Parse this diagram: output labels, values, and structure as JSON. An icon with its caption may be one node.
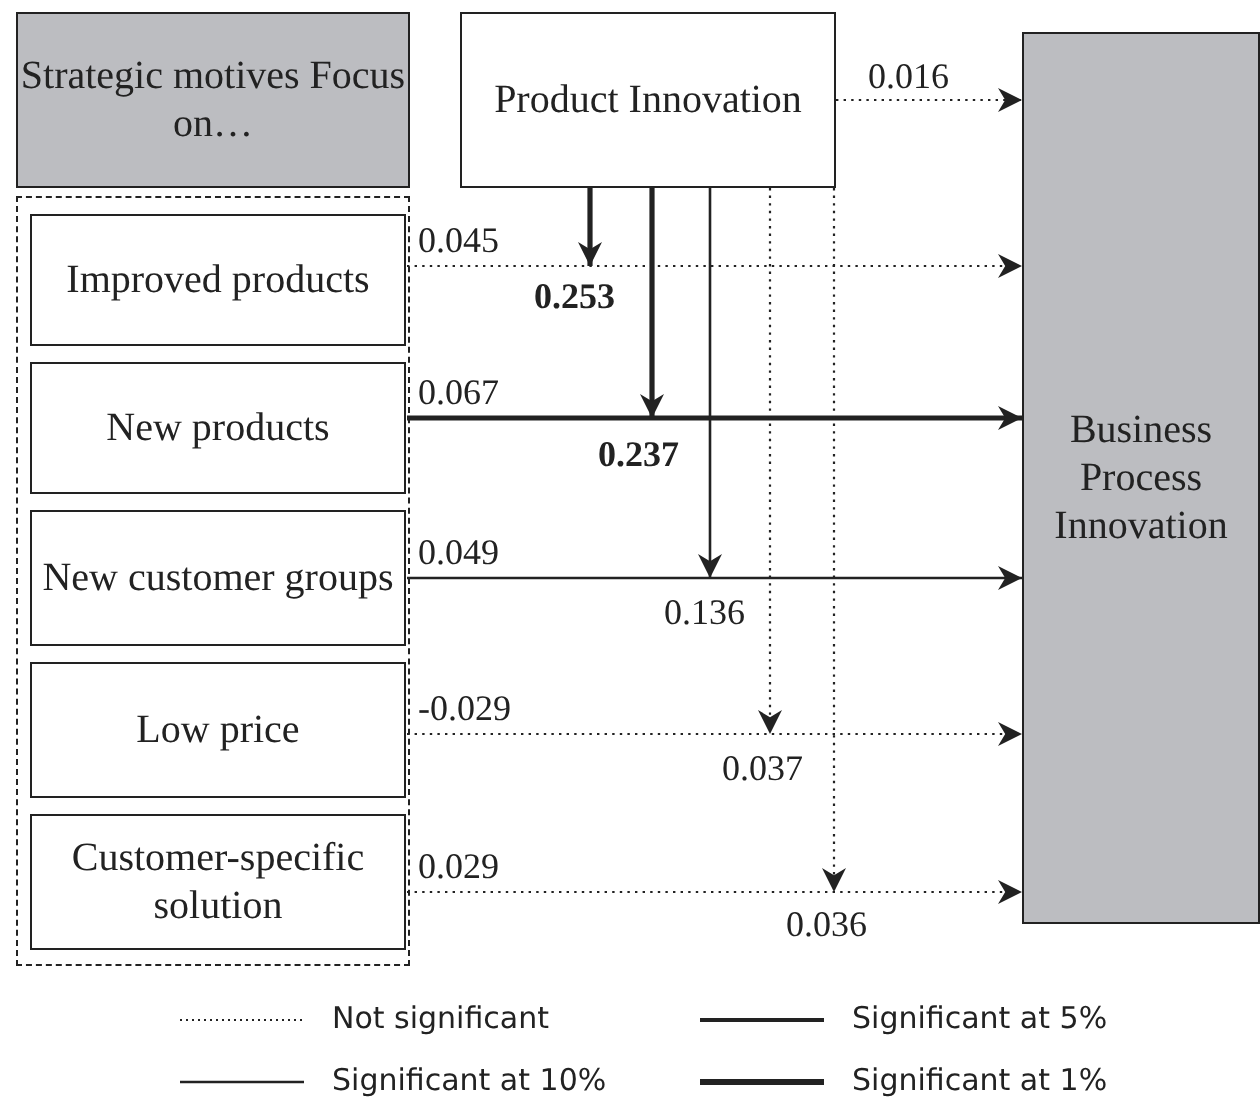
{
  "diagram": {
    "nodes": [
      {
        "text": [
          "Strategic motives Focus on…"
        ]
      },
      {
        "text": [
          "Product Innovation"
        ]
      },
      {
        "text": [
          "Business Process Innovation"
        ]
      },
      {
        "text": [],
        "shape": "box"
      },
      {
        "text": [
          "Improved products"
        ],
        "in": 3
      },
      {
        "text": [
          "New products"
        ],
        "in": 3
      },
      {
        "text": [
          "New customer groups"
        ],
        "in": 3
      },
      {
        "text": [
          "Low price"
        ],
        "in": 3
      },
      {
        "text": [
          "Customer-specific solution"
        ],
        "in": 3
      }
    ],
    "edges": [
      {
        "from": 1,
        "to": 2,
        "arrow": "to",
        "label": "0.016",
        "style": "dashed"
      },
      {
        "from": 4,
        "to": 2,
        "arrow": "to",
        "label": "0.045",
        "style": "dashed"
      },
      {
        "from": 5,
        "to": 2,
        "arrow": "to",
        "label": "0.067",
        "style": "thick"
      },
      {
        "from": 6,
        "to": 2,
        "arrow": "to",
        "label": "0.049"
      },
      {
        "from": 7,
        "to": 2,
        "arrow": "to",
        "label": "-0.029",
        "style": "dashed"
      },
      {
        "from": 8,
        "to": 2,
        "arrow": "to",
        "label": "0.029",
        "style": "dashed"
      },
      {
        "from": 1,
        "to": null,
        "arrow": "to",
        "label": "0.253",
        "style": "thick"
      },
      {
        "from": 1,
        "to": null,
        "arrow": "to",
        "label": "0.237",
        "style": "thick"
      },
      {
        "from": 1,
        "to": null,
        "arrow": "to",
        "label": "0.136"
      },
      {
        "from": 1,
        "to": null,
        "arrow": "to",
        "label": "0.037",
        "style": "dashed"
      },
      {
        "from": 1,
        "to": null,
        "arrow": "to",
        "label": "0.036",
        "style": "dashed"
      }
    ],
    "legend": [
      {
        "text": "Not significant"
      },
      {
        "text": "Significant at 5%"
      },
      {
        "text": "Significant at 10%"
      },
      {
        "text": "Significant at 1%"
      }
    ]
  }
}
